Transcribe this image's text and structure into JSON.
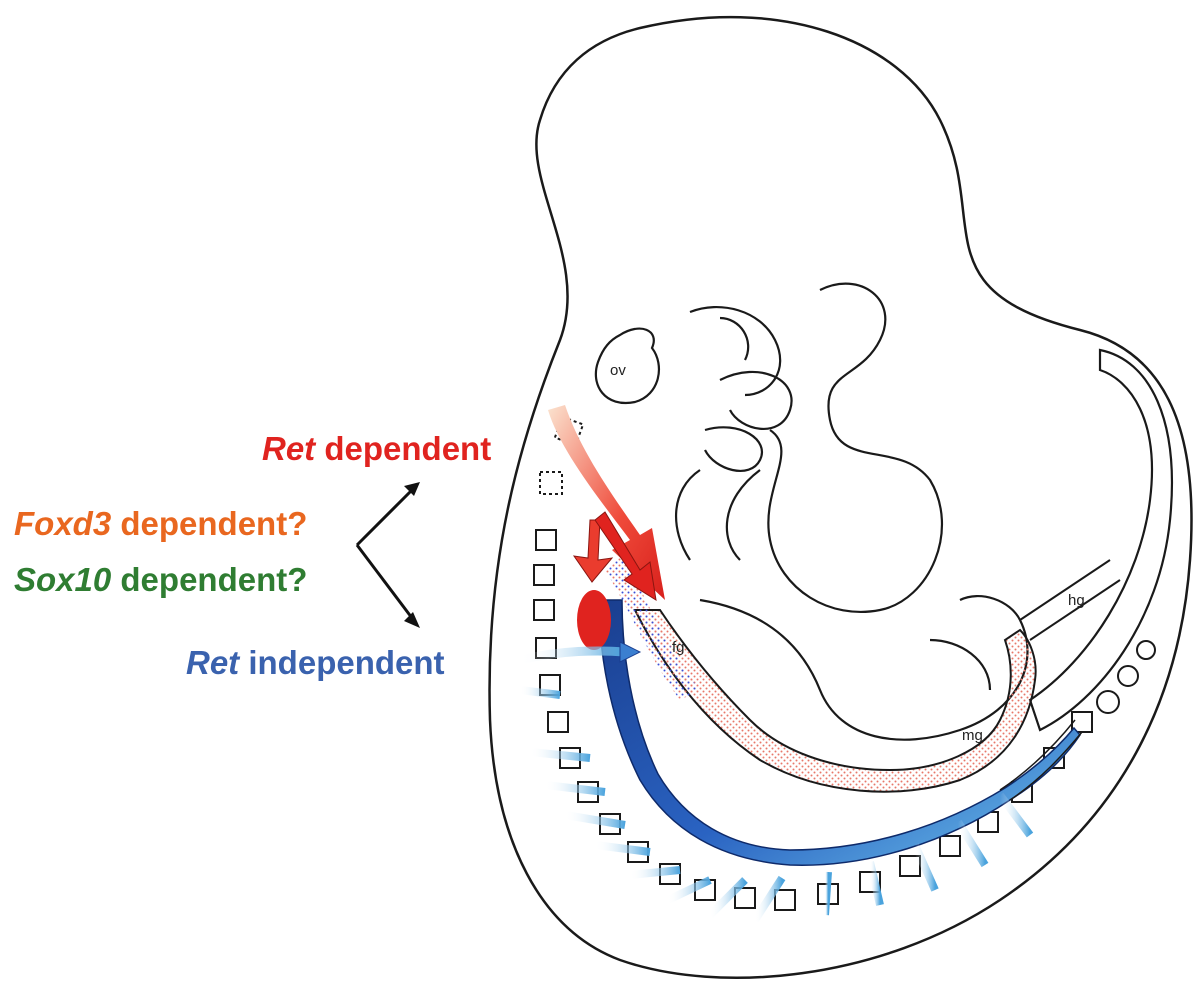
{
  "labels": {
    "ret_dependent": {
      "gene": "Ret",
      "suffix": " dependent"
    },
    "foxd3": {
      "gene": "Foxd3",
      "suffix": " dependent?"
    },
    "sox10": {
      "gene": "Sox10",
      "suffix": " dependent?"
    },
    "ret_independent": {
      "gene": "Ret",
      "suffix": " independent"
    }
  },
  "anatomy": {
    "ov": "ov",
    "fg": "fg",
    "mg": "mg",
    "hg": "hg"
  },
  "colors": {
    "ret_dependent": "#e0231f",
    "foxd3": "#e9671f",
    "sox10": "#2f7d32",
    "ret_independent": "#3a62ae",
    "outline": "#1a1a1a",
    "stipple": "#e8786a"
  }
}
